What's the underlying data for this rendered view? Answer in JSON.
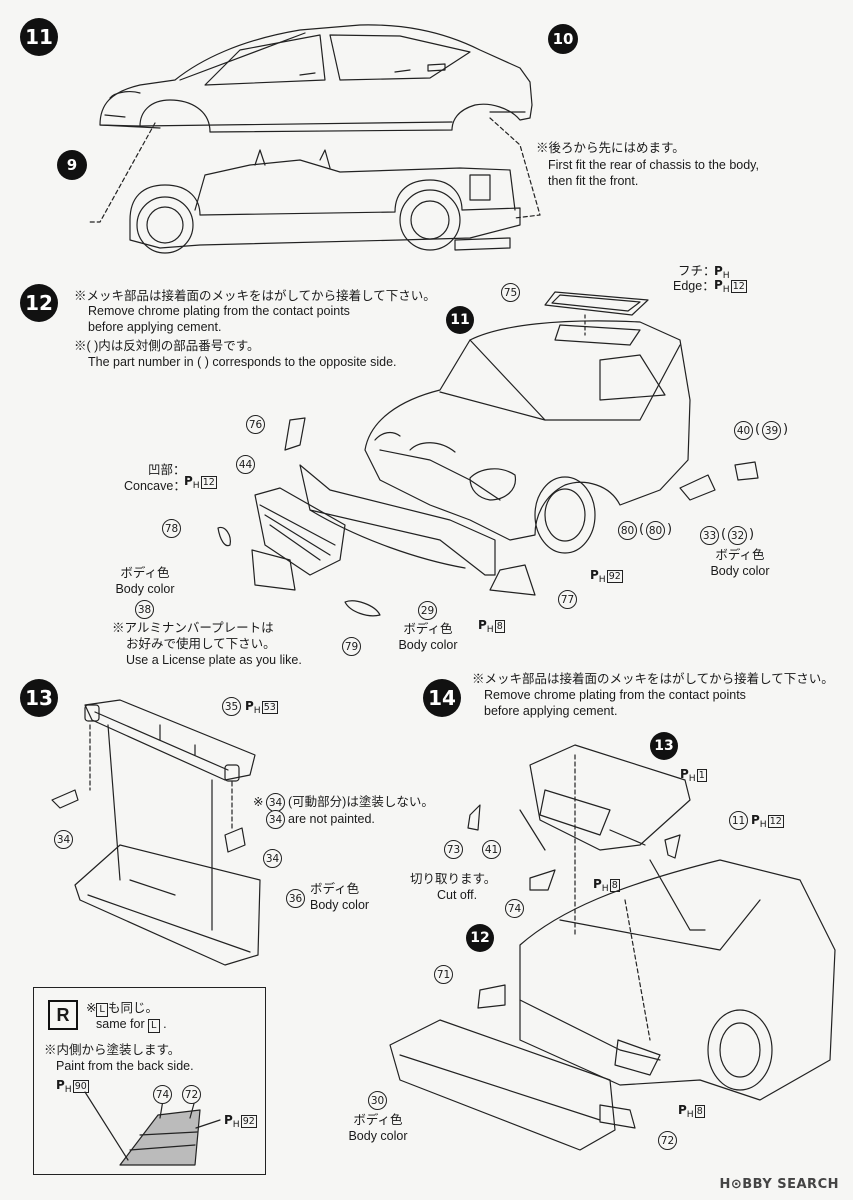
{
  "steps": [
    "11",
    "12",
    "13",
    "14"
  ],
  "step11": {
    "ref_top": "10",
    "ref_body": "9",
    "note_jp": "※後ろから先にはめます。",
    "note_en1": "First fit the rear of chassis to the body,",
    "note_en2": "then fit the front."
  },
  "step12": {
    "note1_jp": "※メッキ部品は接着面のメッキをはがしてから接着して下さい。",
    "note1_en1": "Remove chrome plating from the contact points",
    "note1_en2": "before applying cement.",
    "note2_jp": "※(   )内は反対側の部品番号です。",
    "note2_en": "The part number in (    ) corresponds to the opposite side.",
    "edge_jp": "フチ：",
    "edge_en": "Edge：",
    "concave_jp": "凹部：",
    "concave_en": "Concave：",
    "body_color_jp": "ボディ色",
    "body_color_en": "Body color",
    "license_jp1": "※アルミナンバープレートは",
    "license_jp2": "お好みで使用して下さい。",
    "license_en": "Use a License plate as you like.",
    "ph_letter": "P",
    "ph_sub": "H",
    "ph12": "12",
    "ph92": "92",
    "ph8": "8",
    "parts": {
      "p75": "75",
      "p11": "11",
      "p76": "76",
      "p44": "44",
      "p40": "40",
      "p39": "39",
      "p78": "78",
      "p80a": "80",
      "p80b": "80",
      "p33": "33",
      "p32": "32",
      "p38": "38",
      "p29": "29",
      "p77": "77",
      "p79": "79"
    }
  },
  "step13": {
    "p35": "35",
    "ph53": "53",
    "p34a": "34",
    "p34b": "34",
    "p34c": "34",
    "p34d": "34",
    "p36": "36",
    "note_jp": "※",
    "note_jp2": "(可動部分)は塗装しない。",
    "note_en": "are not painted.",
    "body_color_jp": "ボディ色",
    "body_color_en": "Body color"
  },
  "r_box": {
    "letter": "R",
    "same_jp_pre": "※",
    "same_L": "L",
    "same_jp_post": "も同じ。",
    "same_en_pre": "same for",
    "paint_jp": "※内側から塗装します。",
    "paint_en": "Paint from the back side.",
    "ph90": "90",
    "ph92": "92",
    "p74": "74",
    "p72": "72"
  },
  "step14": {
    "note_jp": "※メッキ部品は接着面のメッキをはがしてから接着して下さい。",
    "note_en1": "Remove chrome plating from the contact points",
    "note_en2": "before applying cement.",
    "ref13": "13",
    "ref12": "12",
    "p73": "73",
    "p41": "41",
    "p11": "11",
    "ph1": "1",
    "ph12": "12",
    "ph8a": "8",
    "ph8b": "8",
    "cut_jp": "切り取ります。",
    "cut_en": "Cut off.",
    "p74": "74",
    "p71": "71",
    "p30": "30",
    "p72": "72",
    "body_color_jp": "ボディ色",
    "body_color_en": "Body color"
  },
  "watermark": "H⊙BBY SEARCH"
}
